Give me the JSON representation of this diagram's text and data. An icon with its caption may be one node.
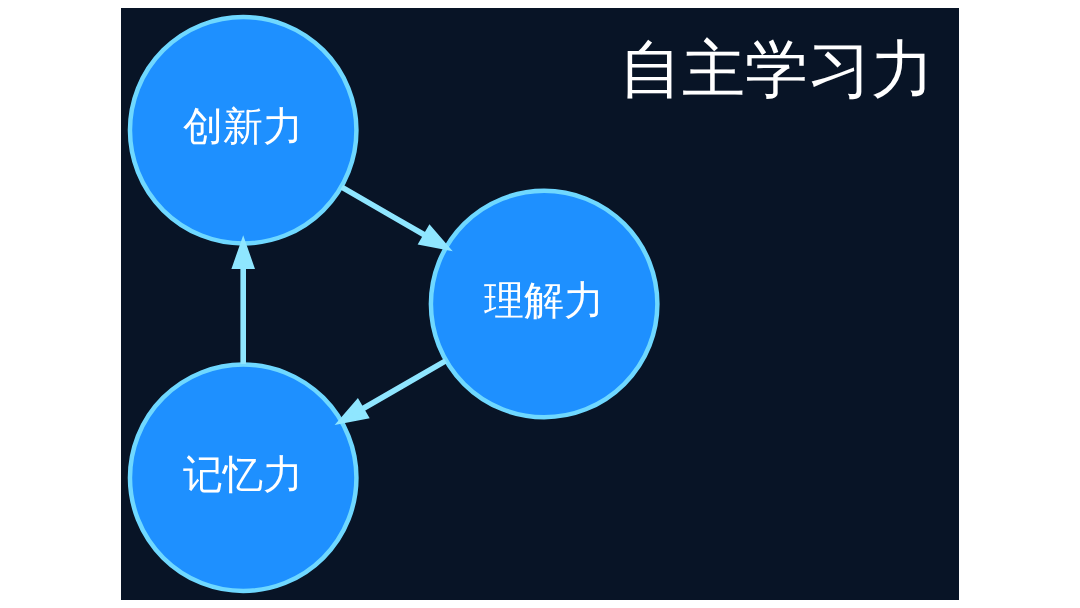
{
  "diagram": {
    "nodes": [
      {
        "text": [
          "记忆力"
        ]
      },
      {
        "text": [
          "创新力"
        ]
      },
      {
        "text": [
          "理解力"
        ]
      }
    ],
    "edges": [
      {
        "from": 0,
        "to": 1,
        "arrow": "to"
      },
      {
        "from": 1,
        "to": 2,
        "arrow": "to"
      },
      {
        "from": 2,
        "to": 0,
        "arrow": "to"
      }
    ],
    "labels": [
      "自主学习力"
    ]
  }
}
